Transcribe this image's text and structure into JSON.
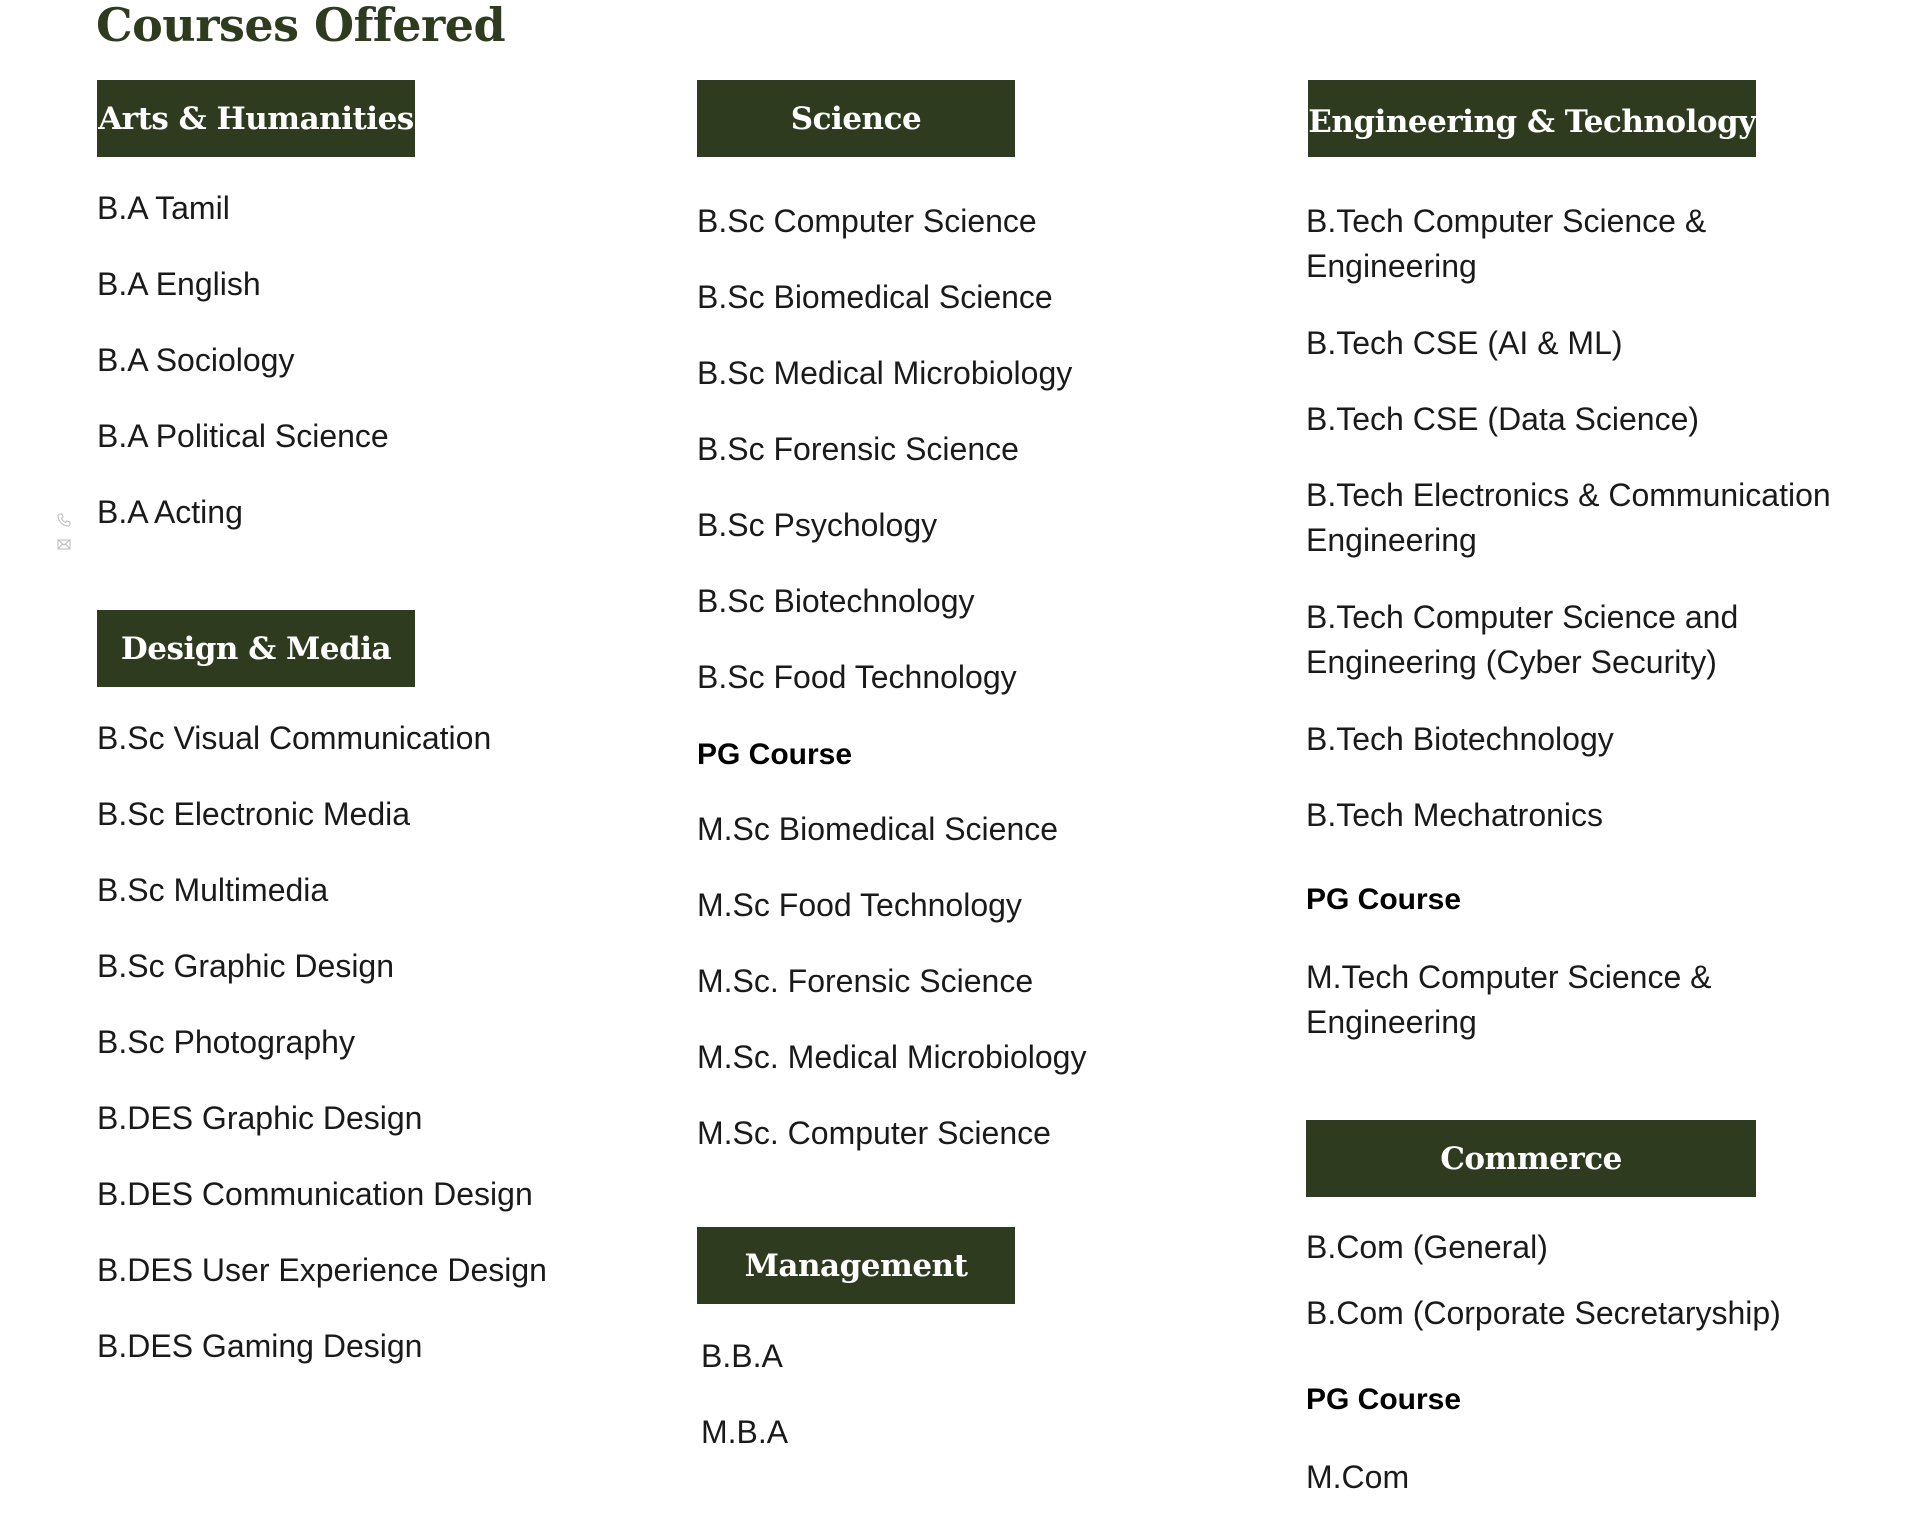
{
  "page": {
    "title": "Courses Offered"
  },
  "side_icons": [
    "phone-icon",
    "mail-icon"
  ],
  "colors": {
    "header_bg": "#2e3b1f",
    "title": "#2f3b1f",
    "text": "#1a1a1a"
  },
  "arts": {
    "header": "Arts & Humanities",
    "items": [
      "B.A Tamil",
      "B.A English",
      "B.A Sociology",
      "B.A Political Science",
      "B.A Acting"
    ]
  },
  "design": {
    "header": "Design & Media",
    "items": [
      "B.Sc Visual Communication",
      "B.Sc Electronic Media",
      "B.Sc Multimedia",
      "B.Sc Graphic Design",
      "B.Sc Photography",
      "B.DES Graphic Design",
      "B.DES Communication Design",
      "B.DES User Experience Design",
      "B.DES Gaming Design"
    ]
  },
  "science": {
    "header": "Science",
    "items": [
      "B.Sc Computer Science",
      "B.Sc Biomedical Science",
      "B.Sc Medical Microbiology",
      "B.Sc Forensic Science",
      "B.Sc Psychology",
      "B.Sc Biotechnology",
      "B.Sc Food Technology"
    ],
    "pg_heading": "PG Course",
    "pg_items": [
      "M.Sc Biomedical Science",
      "M.Sc Food Technology",
      "M.Sc. Forensic Science",
      "M.Sc. Medical Microbiology",
      "M.Sc. Computer Science"
    ]
  },
  "management": {
    "header": "Management",
    "items": [
      "B.B.A",
      "M.B.A"
    ]
  },
  "engineering": {
    "header": "Engineering & Technology",
    "items": [
      "B.Tech Computer Science & Engineering",
      "B.Tech CSE (AI & ML)",
      "B.Tech CSE (Data Science)",
      "B.Tech Electronics & Communication Engineering",
      "B.Tech Computer Science and Engineering (Cyber Security)",
      "B.Tech Biotechnology",
      "B.Tech Mechatronics"
    ],
    "pg_heading": "PG Course",
    "pg_items": [
      "M.Tech Computer Science & Engineering"
    ]
  },
  "commerce": {
    "header": "Commerce",
    "items": [
      "B.Com (General)",
      "B.Com (Corporate Secretaryship)"
    ],
    "pg_heading": "PG Course",
    "pg_items": [
      "M.Com"
    ]
  }
}
